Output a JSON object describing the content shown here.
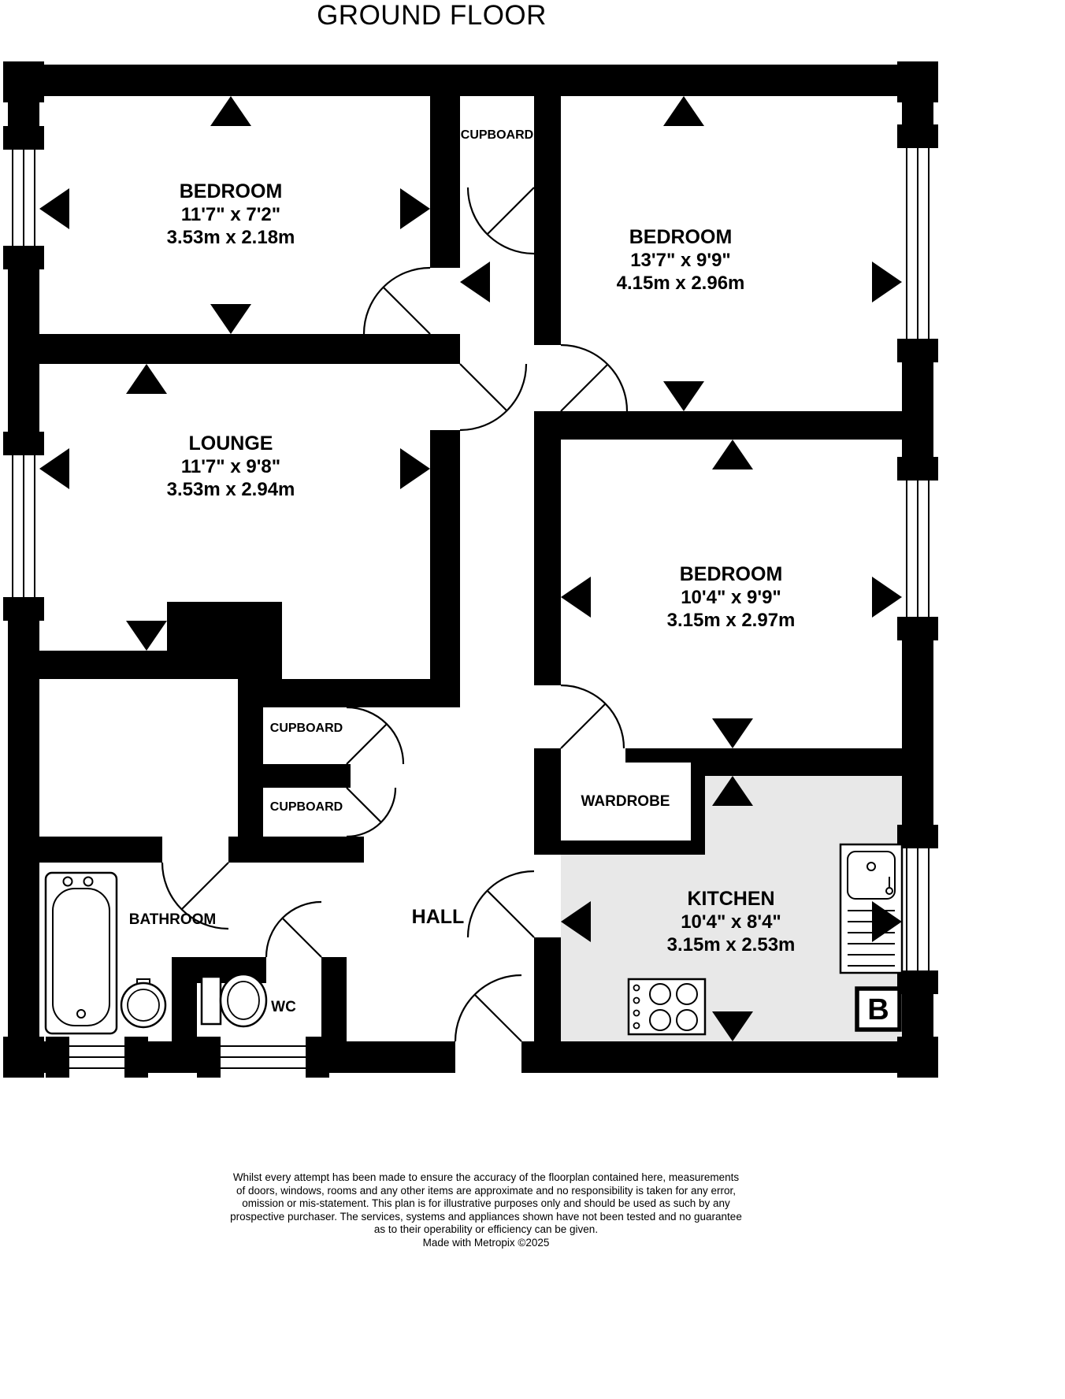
{
  "title": "GROUND FLOOR",
  "rooms": {
    "bedroom_top_left": {
      "name": "BEDROOM",
      "size_imperial": "11'7\" x 7'2\"",
      "size_metric": "3.53m x 2.18m"
    },
    "bedroom_top_right": {
      "name": "BEDROOM",
      "size_imperial": "13'7\" x 9'9\"",
      "size_metric": "4.15m x 2.96m"
    },
    "lounge": {
      "name": "LOUNGE",
      "size_imperial": "11'7\" x 9'8\"",
      "size_metric": "3.53m x 2.94m"
    },
    "bedroom_right": {
      "name": "BEDROOM",
      "size_imperial": "10'4\" x 9'9\"",
      "size_metric": "3.15m x 2.97m"
    },
    "kitchen": {
      "name": "KITCHEN",
      "size_imperial": "10'4\" x 8'4\"",
      "size_metric": "3.15m x 2.53m"
    },
    "hall": {
      "name": "HALL"
    },
    "bathroom": {
      "name": "BATHROOM"
    },
    "wc": {
      "name": "WC"
    },
    "cupboard_top": {
      "name": "CUPBOARD"
    },
    "cupboard_middle": {
      "name": "CUPBOARD"
    },
    "cupboard_lower": {
      "name": "CUPBOARD"
    },
    "wardrobe": {
      "name": "WARDROBE"
    }
  },
  "fixtures": {
    "boiler_label": "B"
  },
  "colors": {
    "wall": "#000000",
    "kitchen_floor": "#e8e8e8",
    "background": "#ffffff"
  },
  "footer": {
    "lines": [
      "Whilst every attempt has been made to ensure the accuracy of the floorplan contained here, measurements",
      "of doors, windows, rooms and any other items are approximate and no responsibility is taken for any error,",
      "omission or mis-statement. This plan is for illustrative purposes only and should be used as such by any",
      "prospective purchaser. The services, systems and appliances shown have not been tested and no guarantee",
      "as to their operability or efficiency can be given.",
      "Made with Metropix ©2025"
    ]
  }
}
